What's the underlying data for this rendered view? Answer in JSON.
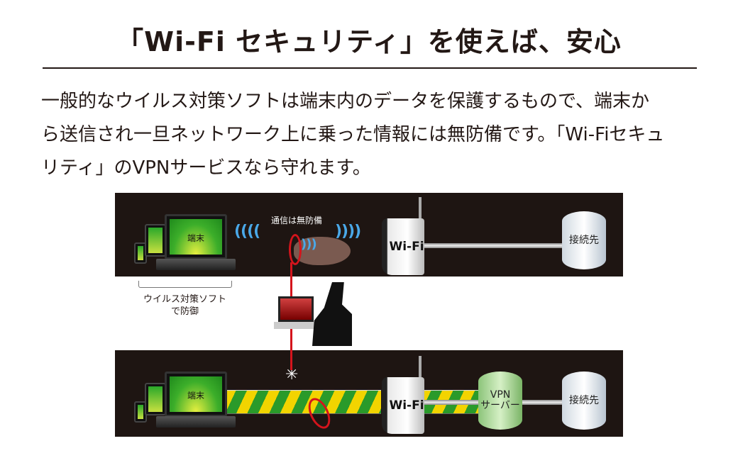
{
  "title": "「Wi-Fi セキュリティ」を使えば、安心",
  "body_lines": [
    "一般的なウイルス対策ソフトは端末内のデータを保護するもので、端末か",
    "ら送信され一旦ネットワーク上に乗った情報には無防備です。「Wi-Fiセキュ",
    "リティ」のVPNサービスなら守れます。"
  ],
  "diagram": {
    "top": {
      "device_label": "端末",
      "unprotected_label": "通信は無防備",
      "router_label": "Wi-Fi",
      "destination_label": "接続先",
      "antivirus_note_line1": "ウイルス対策ソフト",
      "antivirus_note_line2": "で防御"
    },
    "bottom": {
      "device_label": "端末",
      "router_label": "Wi-Fi",
      "vpn_label_line1": "VPN",
      "vpn_label_line2": "サーバー",
      "destination_label": "接続先"
    },
    "colors": {
      "panel": "#1e1512",
      "danger": "#d4141c",
      "tunnel_yellow": "#f2d400",
      "tunnel_green": "#2a9a2a"
    }
  }
}
